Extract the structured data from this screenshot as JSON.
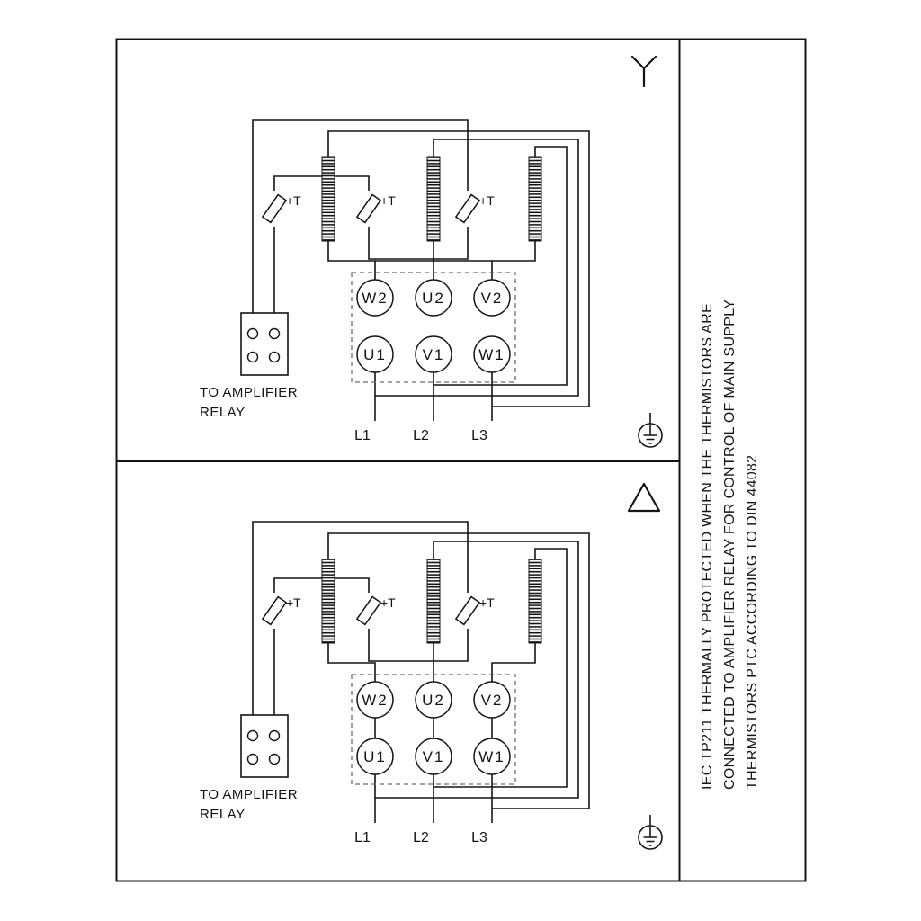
{
  "diagram": {
    "star_panel": {
      "connection_type": "star",
      "thermistor_labels": [
        "+T",
        "+T",
        "+T"
      ],
      "terminals_top": [
        "W2",
        "U2",
        "V2"
      ],
      "terminals_bottom": [
        "U1",
        "V1",
        "W1"
      ],
      "relay_caption_line1": "TO AMPLIFIER",
      "relay_caption_line2": "RELAY",
      "supply_labels": [
        "L1",
        "L2",
        "L3"
      ]
    },
    "delta_panel": {
      "connection_type": "delta",
      "thermistor_labels": [
        "+T",
        "+T",
        "+T"
      ],
      "terminals_top": [
        "W2",
        "U2",
        "V2"
      ],
      "terminals_bottom": [
        "U1",
        "V1",
        "W1"
      ],
      "relay_caption_line1": "TO AMPLIFIER",
      "relay_caption_line2": "RELAY",
      "supply_labels": [
        "L1",
        "L2",
        "L3"
      ]
    },
    "side_note_lines": [
      "IEC TP211 THERMALLY PROTECTED WHEN THE THERMISTORS ARE",
      "CONNECTED TO AMPLIFIER RELAY FOR CONTROL OF MAIN SUPPLY",
      "THERMISTORS PTC ACCORDING TO DIN 44082"
    ]
  }
}
